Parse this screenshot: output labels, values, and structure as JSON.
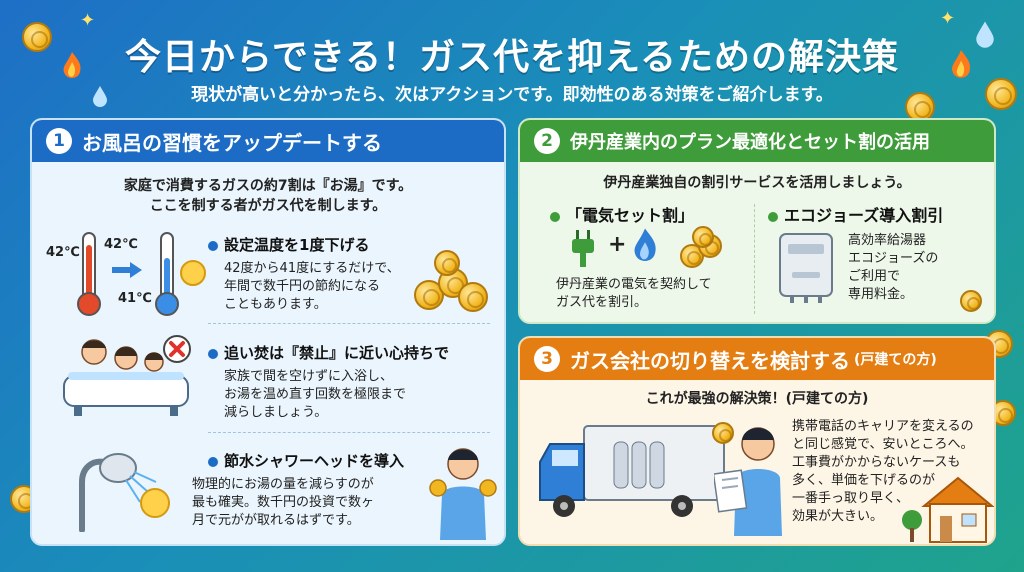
{
  "header": {
    "title": "今日からできる！ガス代を抑えるための解決策",
    "subtitle": "現状が高いと分かったら、次はアクションです。即効性のある対策をご紹介します。"
  },
  "section1": {
    "number": "1",
    "title": "お風呂の習慣をアップデートする",
    "intro_line1": "家庭で消費するガスの約7割は『お湯』です。",
    "intro_line2": "ここを制する者がガス代を制します。",
    "temp_left": "42℃",
    "temp_mid": "42℃",
    "temp_right": "41℃",
    "tip1": {
      "heading": "設定温度を1度下げる",
      "line1": "42度から41度にするだけで、",
      "line2": "年間で数千円の節約になる",
      "line3": "こともあります。"
    },
    "tip2": {
      "heading": "追い焚は『禁止』に近い心持ちで",
      "line1": "家族で間を空けずに入浴し、",
      "line2": "お湯を温め直す回数を極限まで",
      "line3": "減らしましょう。"
    },
    "tip3": {
      "heading": "節水シャワーヘッドを導入",
      "line1": "物理的にお湯の量を減らすのが",
      "line2": "最も確実。数千円の投資で数ヶ",
      "line3": "月で元がが取れるはずです。"
    }
  },
  "section2": {
    "number": "2",
    "title": "伊丹産業内のプラン最適化とセット割の活用",
    "intro": "伊丹産業独自の割引サービスを活用しましょう。",
    "left_heading": "「電気セット割」",
    "left_line1": "伊丹産業の電気を契約して",
    "left_line2": "ガス代を割引。",
    "right_heading": "エコジョーズ導入割引",
    "right_line1": "高効率給湯器",
    "right_line2": "エコジョーズの",
    "right_line3": "ご利用で",
    "right_line4": "専用料金。",
    "plus": "+"
  },
  "section3": {
    "number": "3",
    "title": "ガス会社の切り替えを検討する",
    "title_note": "(戸建ての方)",
    "intro": "これが最強の解決策！(戸建ての方)",
    "line1": "携帯電話のキャリアを変えるの",
    "line2": "と同じ感覚で、安いところへ。",
    "line3": "工事費がかからないケースも",
    "line4": "多く、単価を下げるのが",
    "line5": "一番手っ取り早く、",
    "line6": "効果が大きい。"
  },
  "colors": {
    "section1": "#1c6cc6",
    "section2": "#3f9c3a",
    "section3": "#e57e12"
  }
}
